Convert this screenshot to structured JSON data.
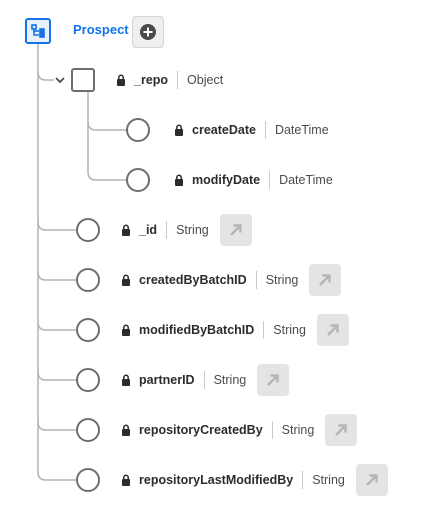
{
  "root": {
    "label": "Prospect",
    "icon": "schema-tree-icon",
    "add_icon": "add-circle-icon"
  },
  "repo": {
    "name": "_repo",
    "type": "Object",
    "expanded": true,
    "icon": "object-square-icon"
  },
  "repo_fields": [
    {
      "name": "createDate",
      "type": "DateTime"
    },
    {
      "name": "modifyDate",
      "type": "DateTime"
    }
  ],
  "fields": [
    {
      "name": "_id",
      "type": "String"
    },
    {
      "name": "createdByBatchID",
      "type": "String"
    },
    {
      "name": "modifiedByBatchID",
      "type": "String"
    },
    {
      "name": "partnerID",
      "type": "String"
    },
    {
      "name": "repositoryCreatedBy",
      "type": "String"
    },
    {
      "name": "repositoryLastModifiedBy",
      "type": "String"
    }
  ],
  "colors": {
    "accent": "#1473e6",
    "line": "#b3b3b3",
    "node_border": "#6e6e6e",
    "button_bg": "#e4e4e4"
  }
}
